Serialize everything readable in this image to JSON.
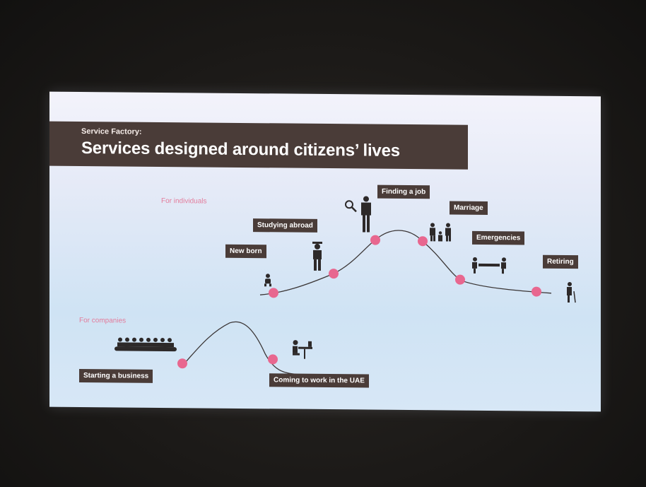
{
  "slide": {
    "kicker": "Service Factory:",
    "title": "Services designed around citizens’ lives"
  },
  "sections": {
    "individuals": "For individuals",
    "companies": "For companies"
  },
  "individual_stages": [
    {
      "label": "New born",
      "icon": "baby-icon"
    },
    {
      "label": "Studying abroad",
      "icon": "graduate-icon"
    },
    {
      "label": "Finding a job",
      "icon": "job-search-icon"
    },
    {
      "label": "Marriage",
      "icon": "family-icon"
    },
    {
      "label": "Emergencies",
      "icon": "emergency-stretcher-icon"
    },
    {
      "label": "Retiring",
      "icon": "elderly-icon"
    }
  ],
  "company_stages": [
    {
      "label": "Starting a business",
      "icon": "meeting-table-icon"
    },
    {
      "label": "Coming to work in the UAE",
      "icon": "desk-worker-icon"
    }
  ],
  "colors": {
    "tag_bg": "#4a3c38",
    "dot": "#e8678f",
    "section_label": "#e37c9b",
    "curve": "#3a3535"
  }
}
